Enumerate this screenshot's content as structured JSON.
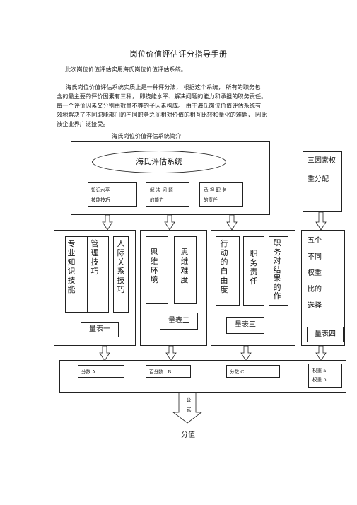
{
  "doc": {
    "title": "岗位价值评估评分指导手册",
    "intro": "此次岗位价值评估实用海氏岗位价值评估系统。",
    "body_lines": [
      "海氏岗位价值评估系统实质上是一种评分法，  根据这个系统，  所有的职务包",
      "含的最主要的评价因素有三种，  即技能水平、解决问题的能力和承担的职务责任。",
      "每一个评价因素又分别由数量不等的子因素构成。  由于海氏岗位价值评估系统有",
      "效地解决了不同职能部门的不同职务之间相对价值的相互比较和量化的难题，  因此",
      "被企业界广泛接受。"
    ],
    "diagram_caption": "海氏岗位价值评估系统简介"
  },
  "diagram": {
    "system_label": "海氏评估系统",
    "factors": [
      "知识水平\n技能技巧",
      "解 决 问 题\n的能力",
      "承 担 职 务\n的责任"
    ],
    "weight_box": "三因素权\n\n重分配",
    "group1": {
      "cols": [
        "专业知识技能",
        "管理技巧",
        "人际关系技巧"
      ],
      "table": "量表一"
    },
    "group2": {
      "cols": [
        "思维环境",
        "思维难度"
      ],
      "table": "量表二"
    },
    "group3": {
      "cols": [
        "行动的自由度",
        "职务责任",
        "职务对结果的作"
      ],
      "table": "量表三"
    },
    "group4": {
      "lines": [
        "五个",
        "不同",
        "权重",
        "比的",
        "选择"
      ],
      "table": "量表四"
    },
    "scores": [
      "分数 A",
      "百分数　B",
      "分数 C"
    ],
    "weights": [
      "权重 a",
      "权重 b"
    ],
    "formula": "公\n式",
    "result": "分值"
  },
  "colors": {
    "line": "#222222",
    "background": "#ffffff"
  }
}
